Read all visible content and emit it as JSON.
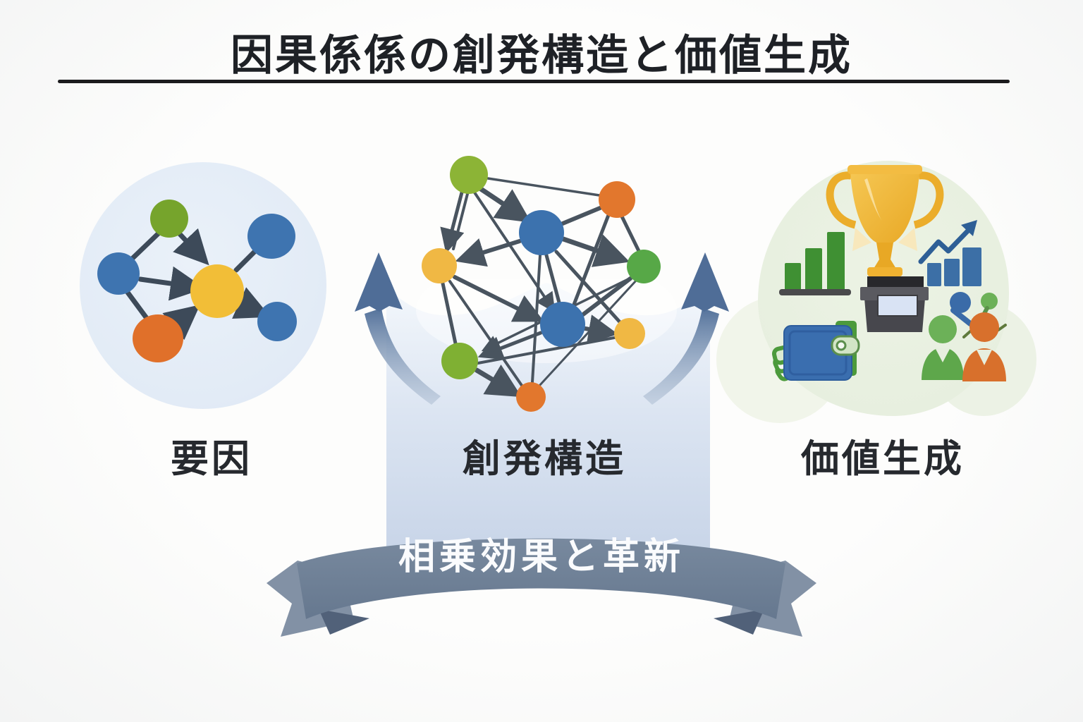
{
  "title": {
    "text": "因果係係の創発構造と価値生成"
  },
  "sections": [
    {
      "id": "factors",
      "label": "要因",
      "icon": "network-icon"
    },
    {
      "id": "emergence",
      "label": "創発構造",
      "icon": "network-icon"
    },
    {
      "id": "value",
      "label": "価値生成",
      "icon": "trophy-icon"
    }
  ],
  "ribbon": {
    "text": "相乗効果と革新"
  },
  "connectors": [
    {
      "id": "left-up-arrow",
      "icon": "curved-up-arrow-icon"
    },
    {
      "id": "right-up-arrow",
      "icon": "curved-up-arrow-icon"
    }
  ],
  "value_icons": [
    "trophy-icon",
    "podium-icon",
    "bar-chart-green-icon",
    "bar-chart-blue-icon",
    "growth-arrow-icon",
    "wallet-icon",
    "banknotes-icon",
    "people-icon",
    "speech-bubble-blue-icon",
    "speech-bubble-green-icon"
  ],
  "palette": {
    "node_blue": "#3C72AE",
    "node_green": "#7AAE32",
    "node_yellow": "#F0B844",
    "node_orange": "#E2742B",
    "edge_gray": "#49545F",
    "arrow_steel_blue": "#53719B",
    "ribbon_slate": "#6F8298",
    "left_circle_bg": "#E2EBF6",
    "center_panel_bg": "#C9D5E8",
    "right_blob_bg": "#E7EFDF",
    "trophy_gold": "#F0B231",
    "title_color": "#1E2126"
  }
}
